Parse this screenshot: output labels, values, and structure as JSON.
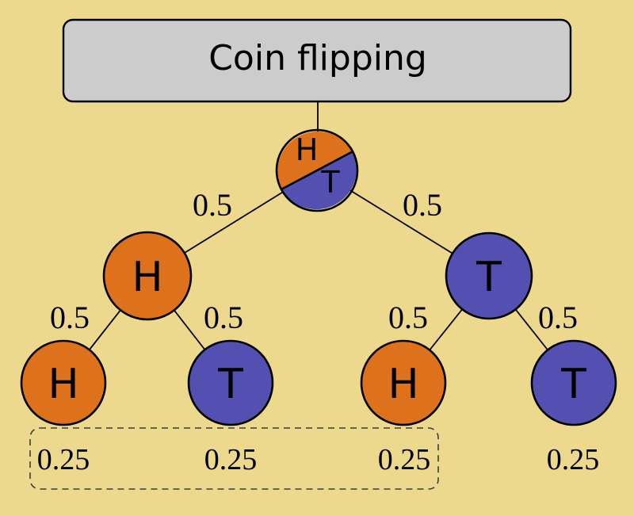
{
  "header": {
    "title": "Coin flipping"
  },
  "colors": {
    "background": "#ecd98e",
    "heads": "#de721c",
    "tails": "#5350b2",
    "title_box_fill": "#cccccc",
    "outline": "#000000"
  },
  "tree": {
    "root": {
      "heads_label": "H",
      "tails_label": "T"
    },
    "level1": [
      {
        "label": "H"
      },
      {
        "label": "T"
      }
    ],
    "leaves": [
      {
        "label": "H"
      },
      {
        "label": "T"
      },
      {
        "label": "H"
      },
      {
        "label": "T"
      }
    ],
    "edge_labels": [
      "0.5",
      "0.5",
      "0.5",
      "0.5",
      "0.5",
      "0.5"
    ],
    "probabilities": [
      "0.25",
      "0.25",
      "0.25",
      "0.25"
    ]
  }
}
